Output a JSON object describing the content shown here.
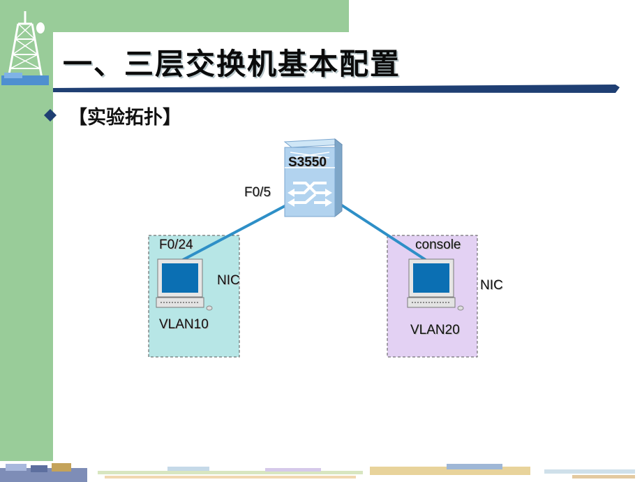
{
  "slide": {
    "title": "一、三层交换机基本配置",
    "bullet": "【实验拓扑】"
  },
  "topology": {
    "switch": {
      "name": "S3550",
      "port": "F0/5"
    },
    "hosts": [
      {
        "port": "F0/24",
        "interface": "NIC",
        "vlan": "VLAN10",
        "zone_color": "#b7e6e6"
      },
      {
        "port": "console",
        "interface": "NIC",
        "vlan": "VLAN20",
        "zone_color": "#e3d1f3"
      }
    ]
  },
  "theme": {
    "band_color": "#99cc99",
    "link_color": "#2e8fc7",
    "accent_navy": "#1f3f73"
  }
}
